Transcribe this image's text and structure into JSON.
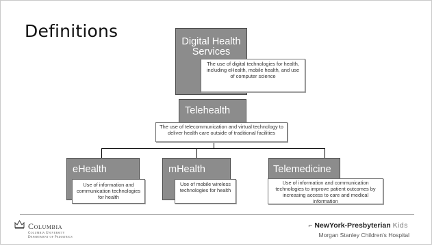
{
  "title": "Definitions",
  "nodes": {
    "digital_health": {
      "label": "Digital Health Services",
      "description": "The use of digital technologies for health, including eHealth, mobile health, and use of computer science"
    },
    "telehealth": {
      "label": "Telehealth",
      "description": "The use of telecommunication and virtual technology to deliver health care outside of traditional facilities"
    },
    "ehealth": {
      "label": "eHealth",
      "description": "Use of information and communication technologies for health"
    },
    "mhealth": {
      "label": "mHealth",
      "description": "Use of mobile wireless technologies for health"
    },
    "telemedicine": {
      "label": "Telemedicine",
      "description": "Use of information and communication technologies to improve patient outcomes by increasing access to care and medical information"
    }
  },
  "footer": {
    "left_logo": "Columbia",
    "left_sub_1": "Columbia University",
    "left_sub_2": "Department of Pediatrics",
    "right_logo_main": "NewYork-Presbyterian",
    "right_logo_kids": "Kids",
    "right_sub": "Morgan Stanley Children's Hospital"
  }
}
